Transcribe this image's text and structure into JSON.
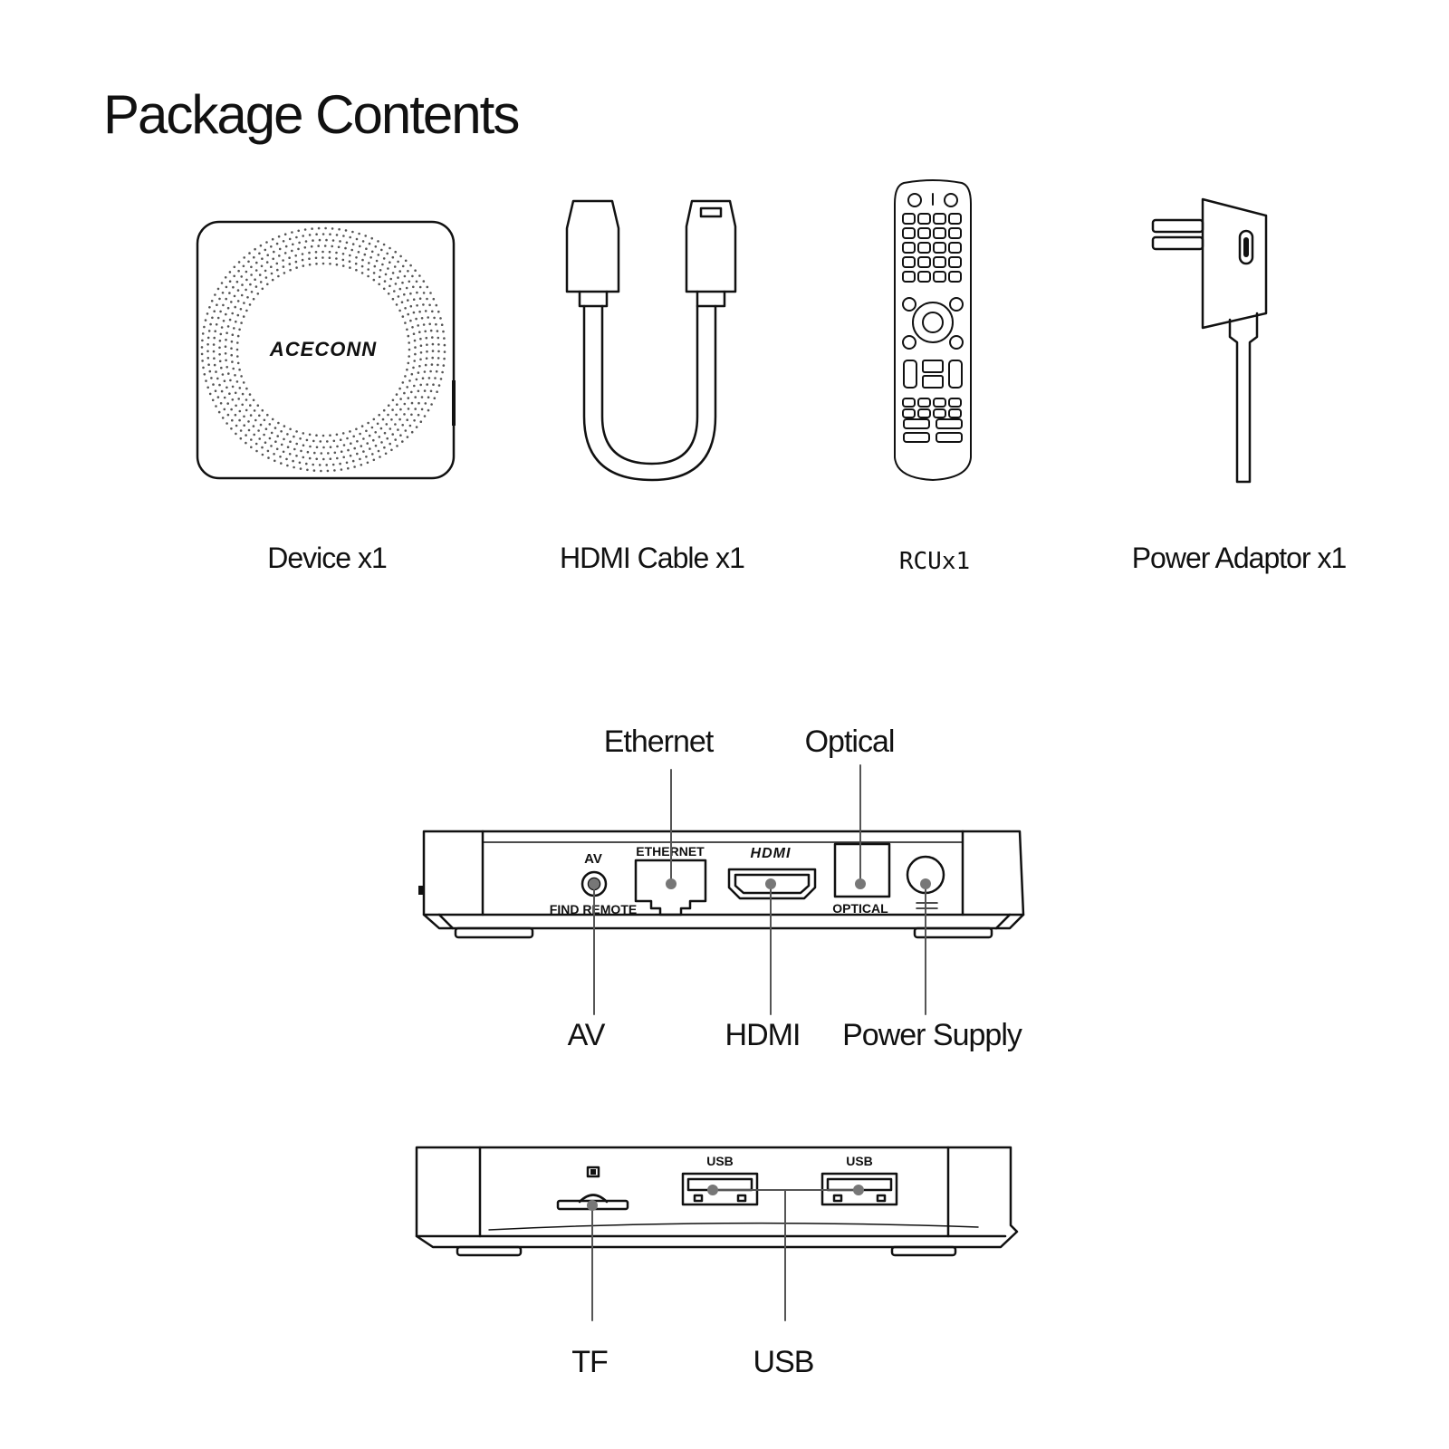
{
  "title": "Package Contents",
  "items": [
    {
      "label": "Device x1",
      "brand": "ACECONN"
    },
    {
      "label": "HDMI Cable x1"
    },
    {
      "label": "RCUx1"
    },
    {
      "label": "Power Adaptor x1"
    }
  ],
  "back_panel": {
    "callouts": {
      "ethernet": "Ethernet",
      "optical": "Optical",
      "av": "AV",
      "hdmi": "HDMI",
      "power_supply": "Power Supply"
    },
    "printed": {
      "av": "AV",
      "find_remote": "FIND REMOTE",
      "ethernet": "ETHERNET",
      "hdmi_logo": "HDMI",
      "optical": "OPTICAL"
    }
  },
  "side_panel": {
    "callouts": {
      "tf": "TF",
      "usb": "USB"
    },
    "printed": {
      "usb_1": "USB",
      "usb_2": "USB"
    }
  }
}
